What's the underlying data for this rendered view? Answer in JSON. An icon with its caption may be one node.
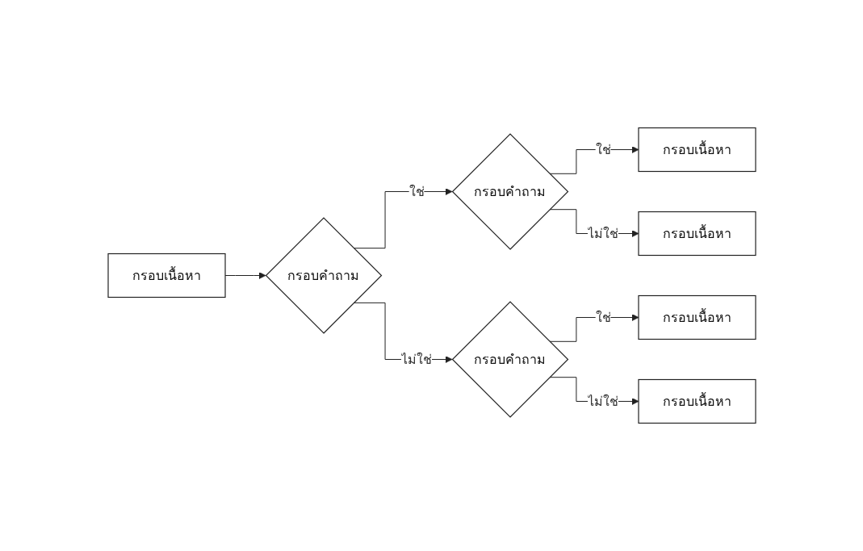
{
  "diagram": {
    "nodes": [
      {
        "text": [
          "กรอบเนื้อหา"
        ]
      },
      {
        "text": [
          "กรอบคำถาม"
        ]
      },
      {
        "text": [
          "กรอบคำถาม"
        ]
      },
      {
        "text": [
          "กรอบเนื้อหา"
        ]
      },
      {
        "text": [
          "กรอบเนื้อหา"
        ]
      },
      {
        "text": [
          "กรอบคำถาม"
        ]
      },
      {
        "text": [
          "กรอบเนื้อหา"
        ]
      },
      {
        "text": [
          "กรอบเนื้อหา"
        ]
      }
    ],
    "edges": [
      {
        "from": 0,
        "to": 1,
        "arrow": "to"
      },
      {
        "from": 1,
        "to": 2,
        "arrow": "to",
        "label": "ใช่"
      },
      {
        "from": 1,
        "to": 5,
        "arrow": "to",
        "label": "ไม่ใช่"
      },
      {
        "from": 2,
        "to": 3,
        "arrow": "to",
        "label": "ใช่"
      },
      {
        "from": 2,
        "to": 4,
        "arrow": "to",
        "label": "ไม่ใช่"
      },
      {
        "from": 5,
        "to": 6,
        "arrow": "to",
        "label": "ใช่"
      },
      {
        "from": 5,
        "to": 7,
        "arrow": "to",
        "label": "ไม่ใช่"
      }
    ]
  }
}
